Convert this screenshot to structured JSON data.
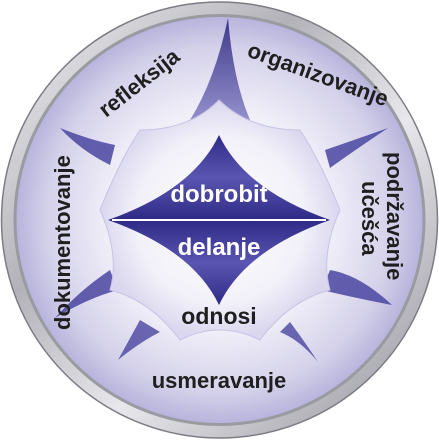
{
  "segments": {
    "refleksija": "refleksija",
    "organizovanje": "organizovanje",
    "podrzavanje": "podržavanje",
    "ucesca": "učešća",
    "dokumentovanje": "dokumentovanje",
    "usmeravanje": "usmeravanje"
  },
  "center": {
    "dobrobit": "dobrobit",
    "delanje": "delanje",
    "odnosi": "odnosi"
  },
  "colors": {
    "ring_metal": "#a8a8ae",
    "segment_light": "#e4e2f2",
    "segment_mid": "#b9b4dc",
    "spoke_dark": "#3a3690",
    "diamond": "#3b3794",
    "text": "#1f1f1f"
  }
}
